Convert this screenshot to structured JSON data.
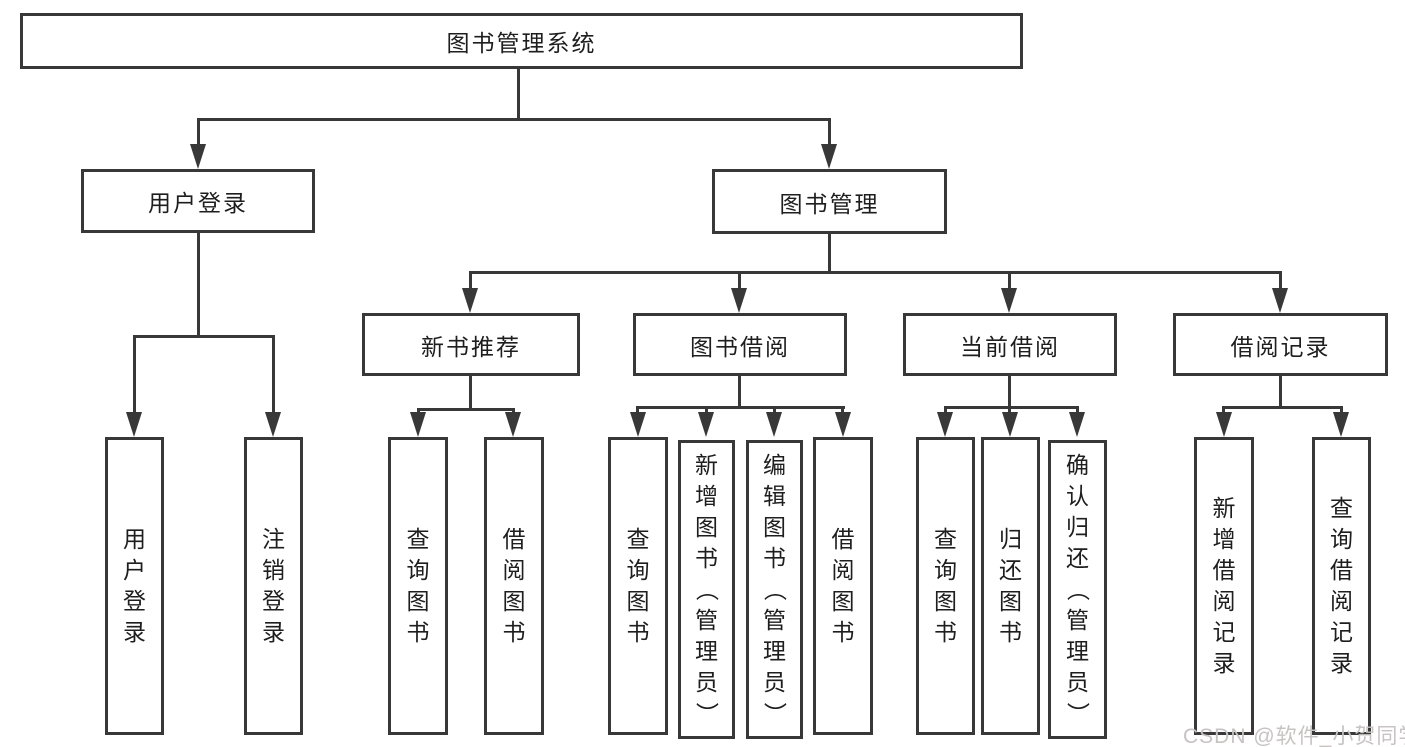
{
  "watermark": {
    "text": "CSDN @软件_小贺同学"
  },
  "colors": {
    "line": "#383838",
    "text": "#1e1e1e",
    "watermark": "#c7c3c3",
    "background": "#ffffff"
  },
  "tree": {
    "root": {
      "label": "图书管理系统",
      "children": [
        {
          "label": "用户登录",
          "children": [
            {
              "label": "用户登录"
            },
            {
              "label": "注销登录"
            }
          ]
        },
        {
          "label": "图书管理",
          "children": [
            {
              "label": "新书推荐",
              "children": [
                {
                  "label": "查询图书"
                },
                {
                  "label": "借阅图书"
                }
              ]
            },
            {
              "label": "图书借阅",
              "children": [
                {
                  "label": "查询图书"
                },
                {
                  "label": "新增图书（管理员）"
                },
                {
                  "label": "编辑图书（管理员）"
                },
                {
                  "label": "借阅图书"
                }
              ]
            },
            {
              "label": "当前借阅",
              "children": [
                {
                  "label": "查询图书"
                },
                {
                  "label": "归还图书"
                },
                {
                  "label": "确认归还（管理员）"
                }
              ]
            },
            {
              "label": "借阅记录",
              "children": [
                {
                  "label": "新增借阅记录"
                },
                {
                  "label": "查询借阅记录"
                }
              ]
            }
          ]
        }
      ]
    }
  }
}
